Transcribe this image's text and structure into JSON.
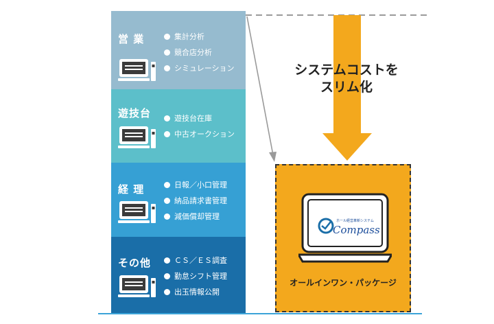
{
  "headline": {
    "line1": "システムコストを",
    "line2": "スリム化"
  },
  "panels": [
    {
      "title": "営 業",
      "color": "#96bbcf",
      "items": [
        "集計分析",
        "競合店分析",
        "シミュレーション"
      ]
    },
    {
      "title": "遊技台",
      "color": "#5cbfca",
      "items": [
        "遊技台在庫",
        "中古オークション"
      ]
    },
    {
      "title": "経 理",
      "color": "#36a0d4",
      "items": [
        "日報／小口管理",
        "納品請求書管理",
        "減価償却管理"
      ]
    },
    {
      "title": "その他",
      "color": "#1a6ea8",
      "items": [
        "ＣＳ／ＥＳ調査",
        "勤怠シフト管理",
        "出玉情報公開"
      ]
    }
  ],
  "package": {
    "label": "オールインワン・パッケージ",
    "color": "#f3a81d",
    "logo_text": "Compass",
    "logo_subtext": "ホール経営革新システム"
  },
  "arrow_color": "#f3a81d",
  "icons": [
    "computer-icon",
    "down-arrow-icon",
    "laptop-icon",
    "compass-logo-icon"
  ]
}
